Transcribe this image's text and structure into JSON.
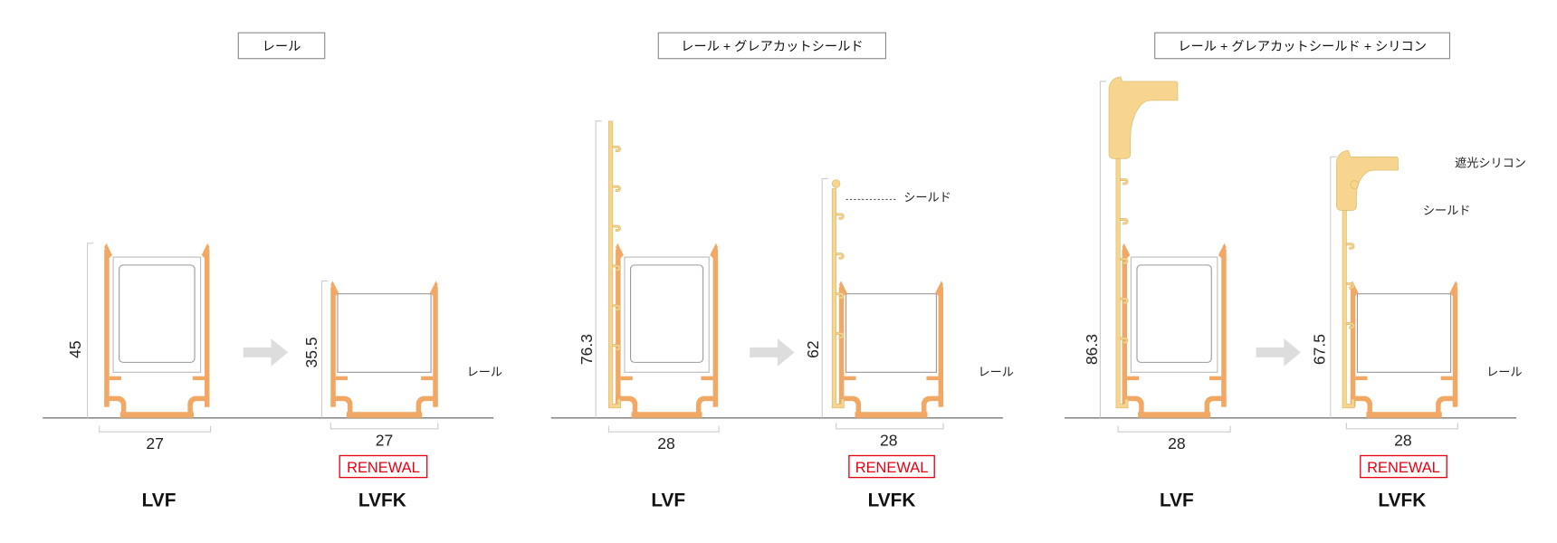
{
  "colors": {
    "rail": "#F2A865",
    "shield": "#F7D58E",
    "badge": "#e60012",
    "arrow": "#dddddd"
  },
  "panels": [
    {
      "title": "レール",
      "before": {
        "model": "LVF",
        "height": "45",
        "width": "27"
      },
      "after": {
        "model": "LVFK",
        "height": "35.5",
        "width": "27",
        "badge": "RENEWAL"
      },
      "callouts": [
        "レール"
      ]
    },
    {
      "title": "レール + グレアカットシールド",
      "before": {
        "model": "LVF",
        "height": "76.3",
        "width": "28"
      },
      "after": {
        "model": "LVFK",
        "height": "62",
        "width": "28",
        "badge": "RENEWAL"
      },
      "callouts": [
        "シールド",
        "レール"
      ]
    },
    {
      "title": "レール + グレアカットシールド + シリコン",
      "before": {
        "model": "LVF",
        "height": "86.3",
        "width": "28"
      },
      "after": {
        "model": "LVFK",
        "height": "67.5",
        "width": "28",
        "badge": "RENEWAL"
      },
      "callouts": [
        "遮光シリコン",
        "シールド",
        "レール"
      ]
    }
  ]
}
